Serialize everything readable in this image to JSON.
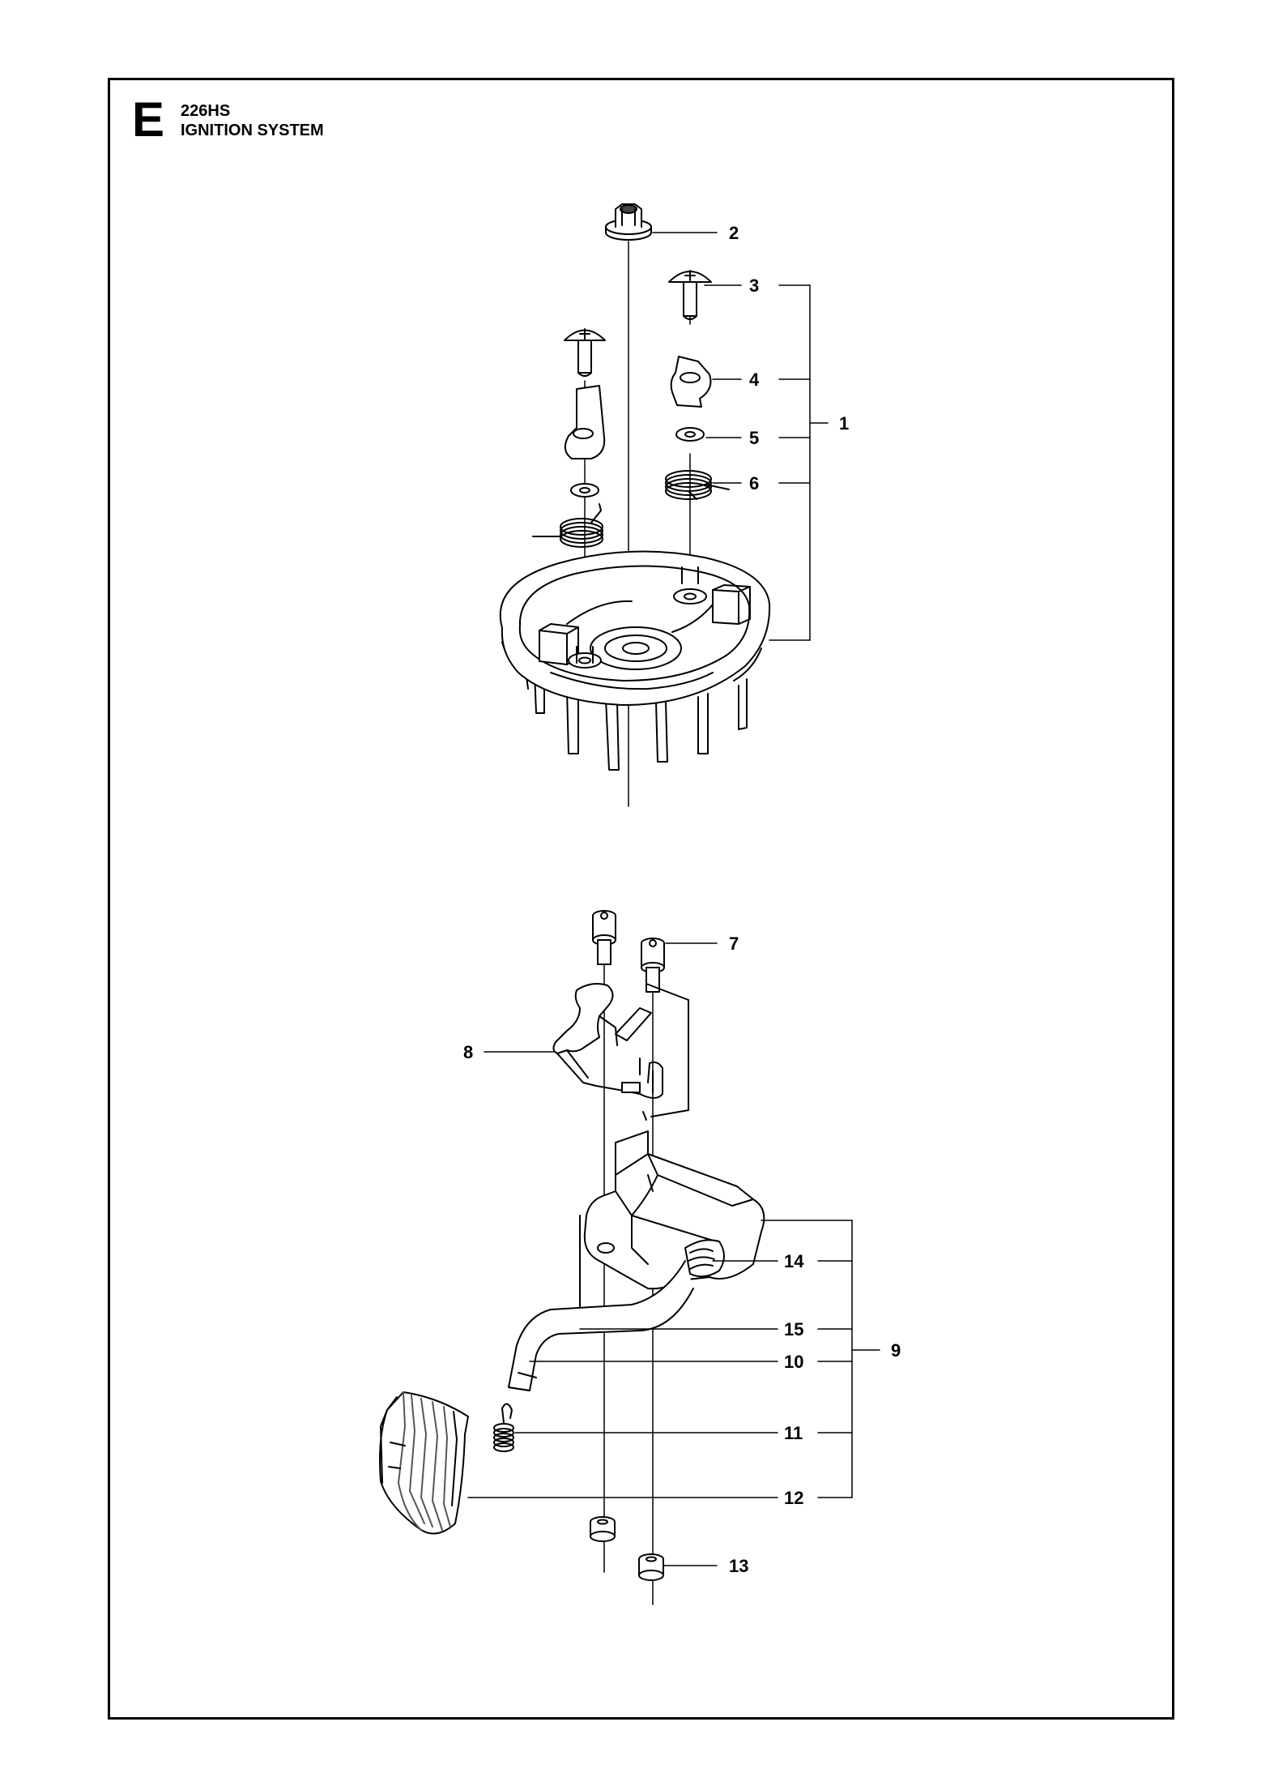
{
  "header": {
    "section_letter": "E",
    "model": "226HS",
    "title": "IGNITION SYSTEM"
  },
  "callouts": [
    "1",
    "2",
    "3",
    "4",
    "5",
    "6",
    "7",
    "8",
    "9",
    "10",
    "11",
    "12",
    "13",
    "14",
    "15"
  ]
}
